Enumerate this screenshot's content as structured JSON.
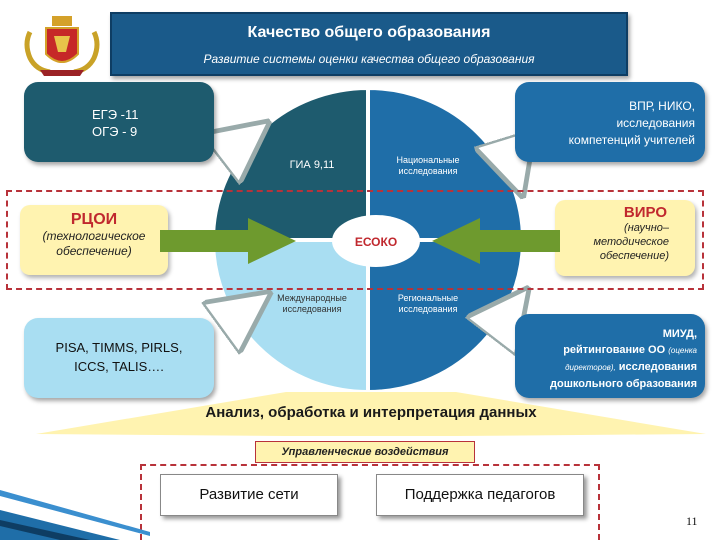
{
  "header": {
    "title": "Качество общего образования",
    "subtitle": "Развитие системы оценки качества общего образования"
  },
  "top_left": {
    "line1": "ЕГЭ -11",
    "line2": "ОГЭ - 9"
  },
  "top_right": {
    "line1": "ВПР, НИКО,",
    "line2": "исследования",
    "line3": "компетенций учителей"
  },
  "quadrants": {
    "q1": "ГИА 9,11",
    "q2_line1": "Национальные",
    "q2_line2": "исследования",
    "q3_line1": "Международные",
    "q3_line2": "исследования",
    "q4_line1": "Региональные",
    "q4_line2": "исследования",
    "center": "ЕСОКО"
  },
  "rcoi": {
    "title": "РЦОИ",
    "line1": "(технологическое",
    "line2": "обеспечение)"
  },
  "viro": {
    "title": "ВИРО",
    "line1": "(научно–",
    "line2": "методическое",
    "line3": "обеспечение)"
  },
  "bottom_left": {
    "line1": "PISA, TIMMS, PIRLS,",
    "line2": "ICCS, TALIS…."
  },
  "bottom_right": {
    "line1": "МИУД,",
    "line2a": "рейтингование ОО",
    "line2b": "(оценка",
    "line3a": "директоров),",
    "line3b": "исследования",
    "line4": "дошкольного образования"
  },
  "analysis": "Анализ, обработка и интерпретация данных",
  "management": "Управленческие воздействия",
  "btn_network": "Развитие сети",
  "btn_teachers": "Поддержка педагогов",
  "page_number": "11",
  "colors": {
    "dark_teal": "#1e5b6e",
    "blue": "#1f6ea8",
    "light_blue": "#a9def2",
    "green_arrow": "#6e9a2e",
    "red": "#c0282e",
    "yellow": "#fff3b0"
  }
}
